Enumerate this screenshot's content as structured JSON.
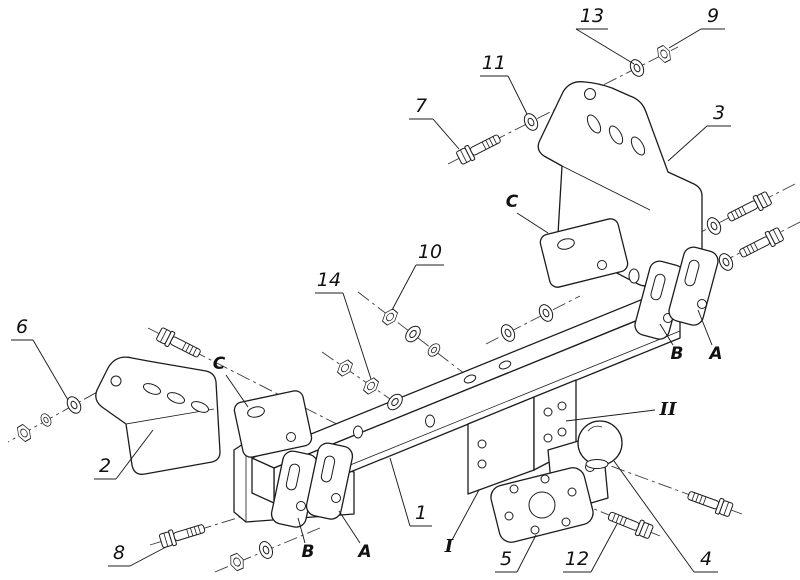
{
  "drawing": {
    "type": "exploded-assembly-technical-drawing",
    "subject": "Vehicle towbar (tow hitch) exploded-view diagram with numbered part callouts",
    "background_color": "#ffffff",
    "line_color": "#1c1c1c",
    "centerline_color": "#3a3a3a"
  },
  "callouts": [
    {
      "name": "part-13",
      "text": "13"
    },
    {
      "name": "part-9",
      "text": "9"
    },
    {
      "name": "part-11",
      "text": "11"
    },
    {
      "name": "part-7",
      "text": "7"
    },
    {
      "name": "part-3",
      "text": "3"
    },
    {
      "name": "section-c-right",
      "text": "C"
    },
    {
      "name": "part-10",
      "text": "10"
    },
    {
      "name": "part-14",
      "text": "14"
    },
    {
      "name": "part-6",
      "text": "6"
    },
    {
      "name": "section-c-left",
      "text": "C"
    },
    {
      "name": "section-b-right",
      "text": "B"
    },
    {
      "name": "section-a-right",
      "text": "A"
    },
    {
      "name": "part-2",
      "text": "2"
    },
    {
      "name": "view-ii",
      "text": "II"
    },
    {
      "name": "part-1",
      "text": "1"
    },
    {
      "name": "part-8",
      "text": "8"
    },
    {
      "name": "section-b-left",
      "text": "B"
    },
    {
      "name": "section-a-left",
      "text": "A"
    },
    {
      "name": "view-i",
      "text": "I"
    },
    {
      "name": "part-5",
      "text": "5"
    },
    {
      "name": "part-12",
      "text": "12"
    },
    {
      "name": "part-4",
      "text": "4"
    }
  ]
}
